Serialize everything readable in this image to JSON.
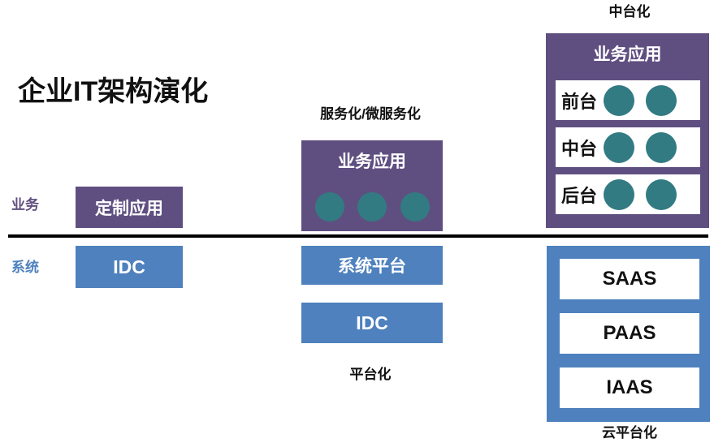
{
  "title": "企业IT架构演化",
  "row_labels": {
    "business": "业务",
    "system": "系统"
  },
  "colors": {
    "purple": "#5f4f80",
    "blue": "#4e81bd",
    "teal": "#327b82",
    "divider": "#000000",
    "text_dark": "#111111",
    "box_text": "#ffffff"
  },
  "stages": {
    "stage1": {
      "business_box": "定制应用",
      "system_box": "IDC"
    },
    "stage2": {
      "caption_top": "服务化/微服务化",
      "caption_bottom": "平台化",
      "business_box_title": "业务应用",
      "business_dot_count": 3,
      "system_boxes": [
        "系统平台",
        "IDC"
      ]
    },
    "stage3": {
      "caption_top": "中台化",
      "caption_bottom": "云平台化",
      "business_box_title": "业务应用",
      "tiers": [
        {
          "label": "前台",
          "dots": 2
        },
        {
          "label": "中台",
          "dots": 2
        },
        {
          "label": "后台",
          "dots": 2
        }
      ],
      "cloud_layers": [
        "SAAS",
        "PAAS",
        "IAAS"
      ]
    }
  }
}
